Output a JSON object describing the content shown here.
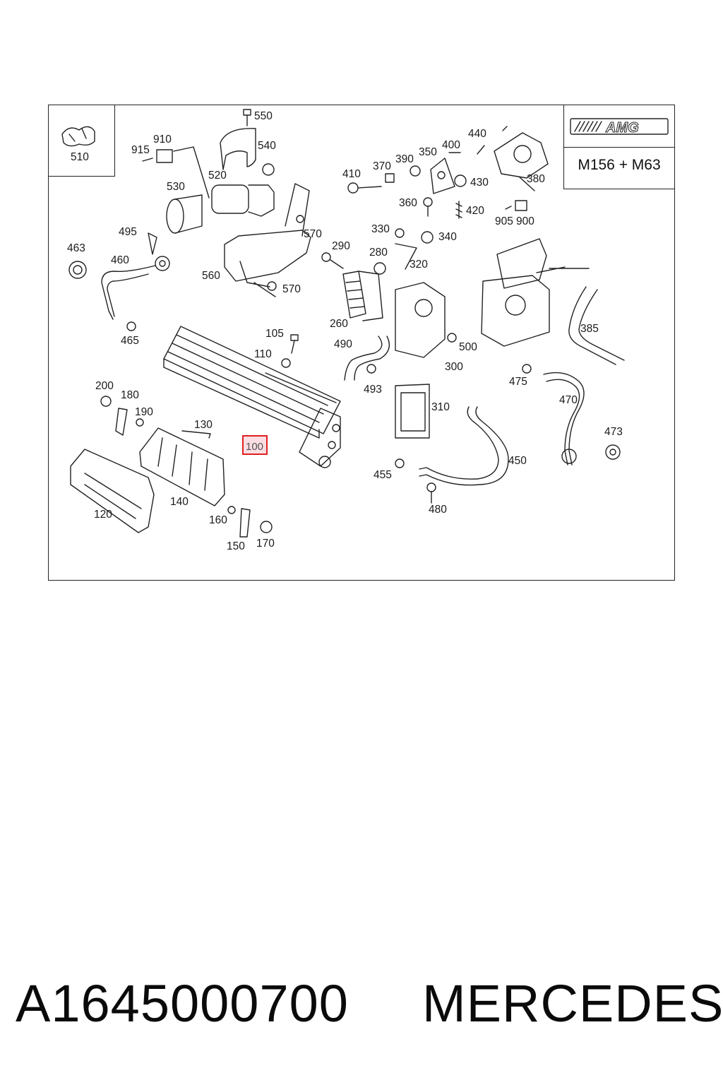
{
  "header": {
    "model": "M156 + M63"
  },
  "logo": {
    "text": "AMG"
  },
  "highlighted_part": "100",
  "callouts": {
    "c510": "510",
    "c550": "550",
    "c540": "540",
    "c910": "910",
    "c915": "915",
    "c520": "520",
    "c530": "530",
    "c570a": "570",
    "c570b": "570",
    "c560": "560",
    "c495": "495",
    "c463": "463",
    "c460": "460",
    "c465": "465",
    "c410": "410",
    "c370": "370",
    "c390": "390",
    "c350": "350",
    "c400": "400",
    "c440": "440",
    "c430": "430",
    "c380": "380",
    "c360": "360",
    "c420": "420",
    "c905": "905",
    "c900": "900",
    "c330": "330",
    "c340": "340",
    "c290": "290",
    "c280": "280",
    "c320": "320",
    "c260": "260",
    "c490": "490",
    "c493": "493",
    "c500": "500",
    "c300": "300",
    "c105": "105",
    "c110": "110",
    "c385": "385",
    "c475": "475",
    "c470": "470",
    "c473": "473",
    "c310": "310",
    "c450": "450",
    "c455": "455",
    "c480": "480",
    "c200": "200",
    "c180": "180",
    "c190": "190",
    "c130": "130",
    "c120": "120",
    "c140": "140",
    "c160": "160",
    "c150": "150",
    "c170": "170"
  },
  "footer": {
    "part_number": "A1645000700",
    "brand": "MERCEDES"
  },
  "colors": {
    "highlight_border": "#e02020",
    "line": "#222222"
  }
}
